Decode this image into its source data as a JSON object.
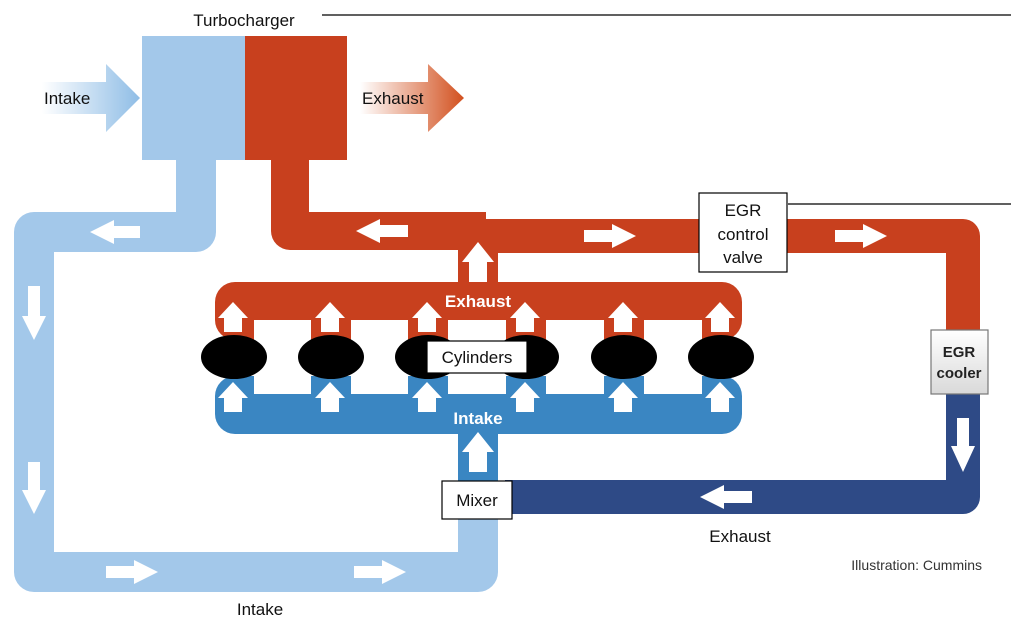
{
  "labels": {
    "turbocharger": "Turbocharger",
    "intake_in": "Intake",
    "exhaust_out": "Exhaust",
    "egr_valve_line1": "EGR",
    "egr_valve_line2": "control",
    "egr_valve_line3": "valve",
    "egr_cooler_line1": "EGR",
    "egr_cooler_line2": "cooler",
    "manifold_exhaust": "Exhaust",
    "manifold_intake": "Intake",
    "cylinders": "Cylinders",
    "mixer": "Mixer",
    "egr_return": "Exhaust",
    "intake_bottom": "Intake",
    "credit": "Illustration: Cummins"
  },
  "colors": {
    "intake_light": "#a3c8ea",
    "exhaust_red": "#c8401e",
    "intake_manifold_blue": "#3a86c2",
    "cooled_exhaust_navy": "#2e4a86",
    "cylinder_black": "#000000",
    "arrow_white": "#ffffff"
  }
}
